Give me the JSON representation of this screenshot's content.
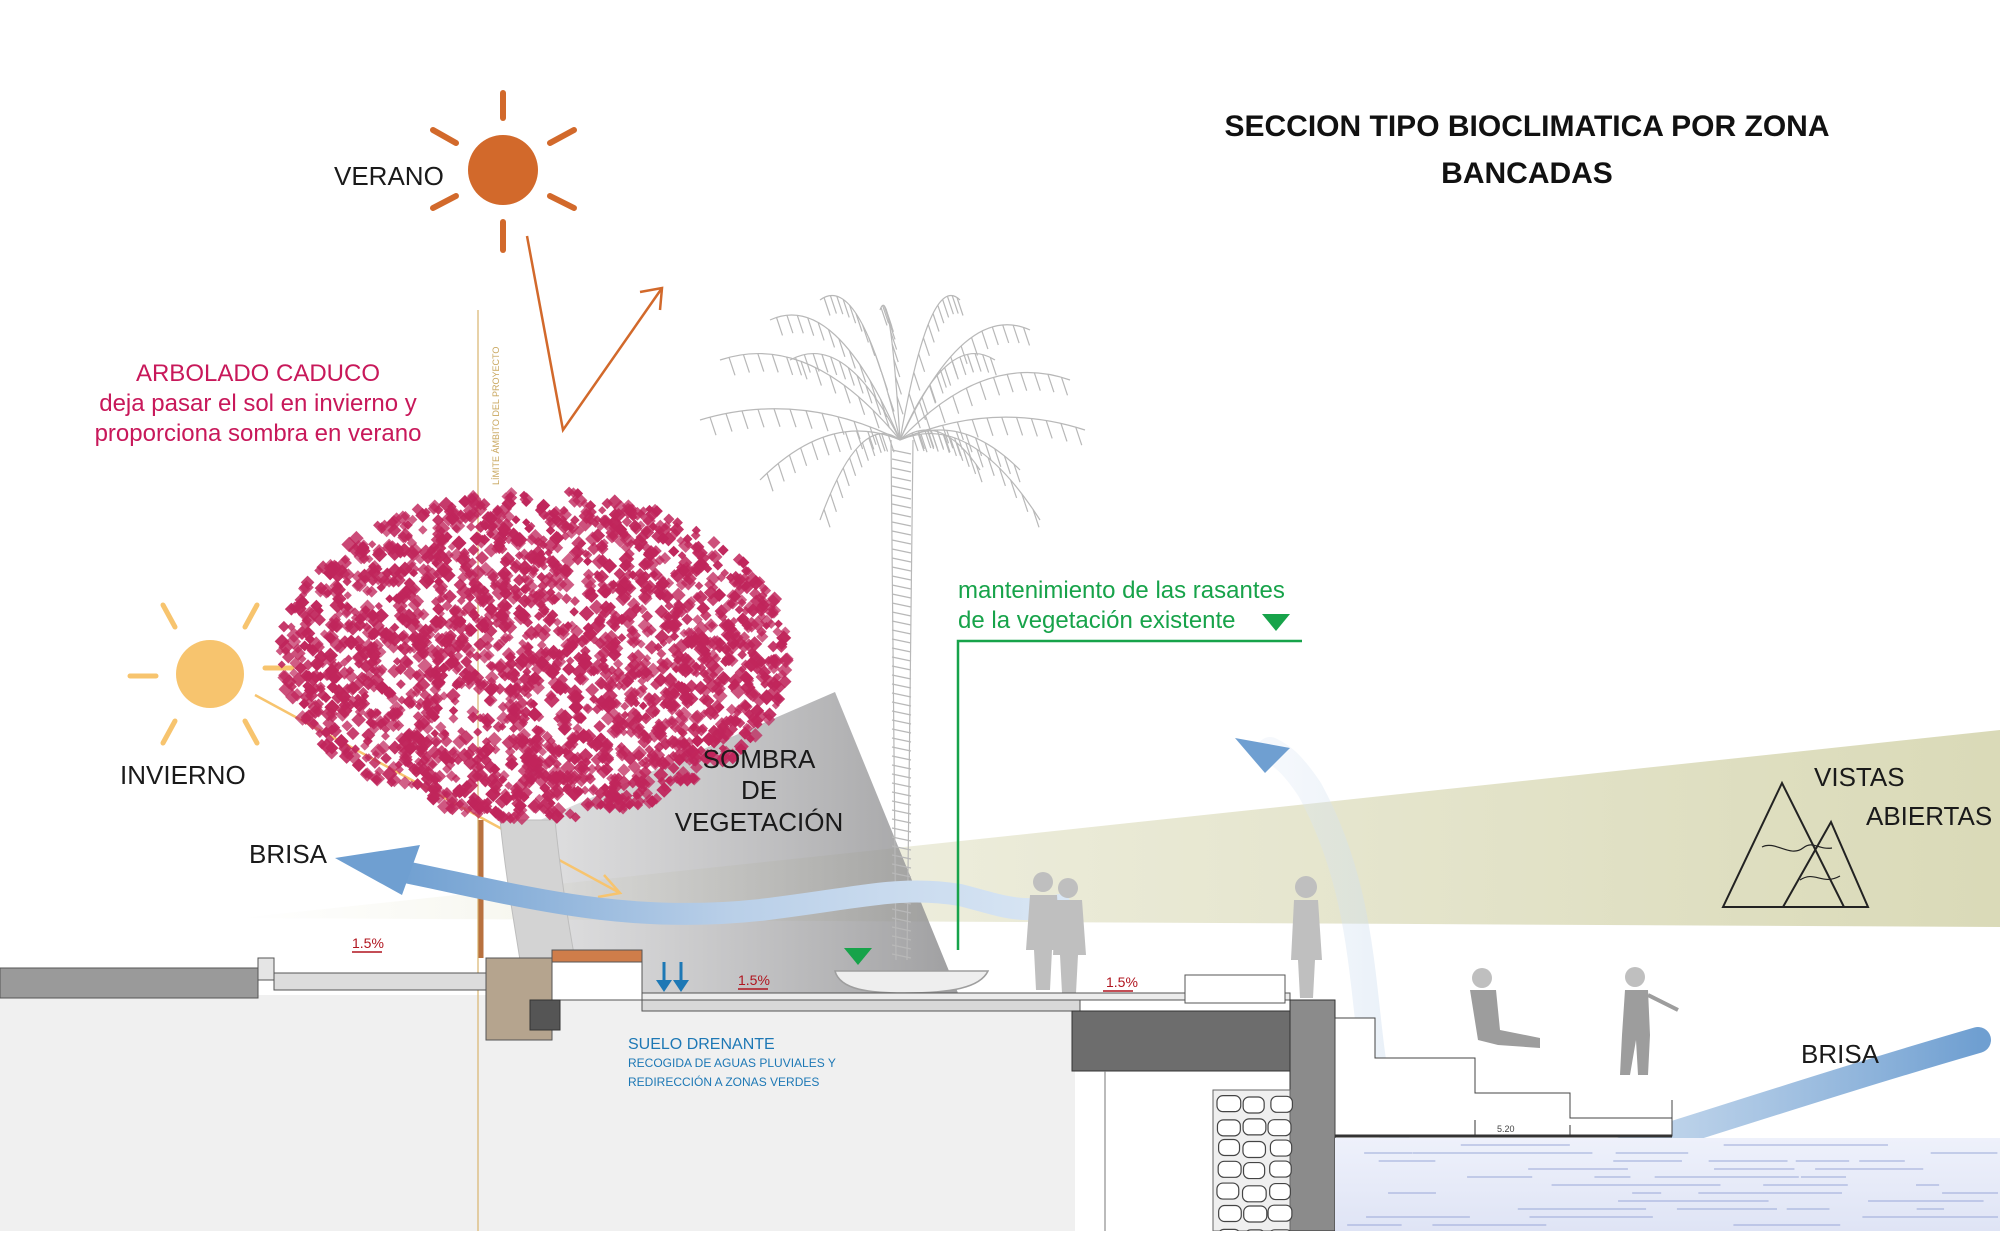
{
  "title": {
    "line1": "SECCION TIPO BIOCLIMATICA POR ZONA",
    "line2": "BANCADAS"
  },
  "labels": {
    "verano": "VERANO",
    "invierno": "INVIERNO",
    "brisa_left": "BRISA",
    "brisa_right": "BRISA",
    "arbolado_title": "ARBOLADO CADUCO",
    "arbolado_line1": "deja pasar el sol en invierno y",
    "arbolado_line2": "proporciona sombra en verano",
    "limite": "LÍMITE ÁMBITO DEL PROYECTO",
    "sombra1": "SOMBRA",
    "sombra2": "DE",
    "sombra3": "VEGETACIÓN",
    "rasantes1": "mantenimiento de las rasantes",
    "rasantes2": "de la vegetación existente",
    "vistas1": "VISTAS",
    "vistas2": "ABIERTAS",
    "suelo_title": "SUELO DRENANTE",
    "suelo_line1": "RECOGIDA DE AGUAS PLUVIALES Y",
    "suelo_line2": "REDIRECCIÓN A ZONAS VERDES",
    "slope1": "1.5%",
    "slope2": "1.5%",
    "slope3": "1.5%",
    "dimension": "5.20"
  },
  "colors": {
    "summer_sun": "#d2692b",
    "winter_sun": "#f7c46e",
    "tree_foliage": "#c0255b",
    "breeze": "#6f9fd1",
    "view_band": "#d8d8b4",
    "green_marker": "#17a34a",
    "drain_blue": "#1d78b5",
    "water": "#c5cde9",
    "shade": "#b9b9bb"
  }
}
